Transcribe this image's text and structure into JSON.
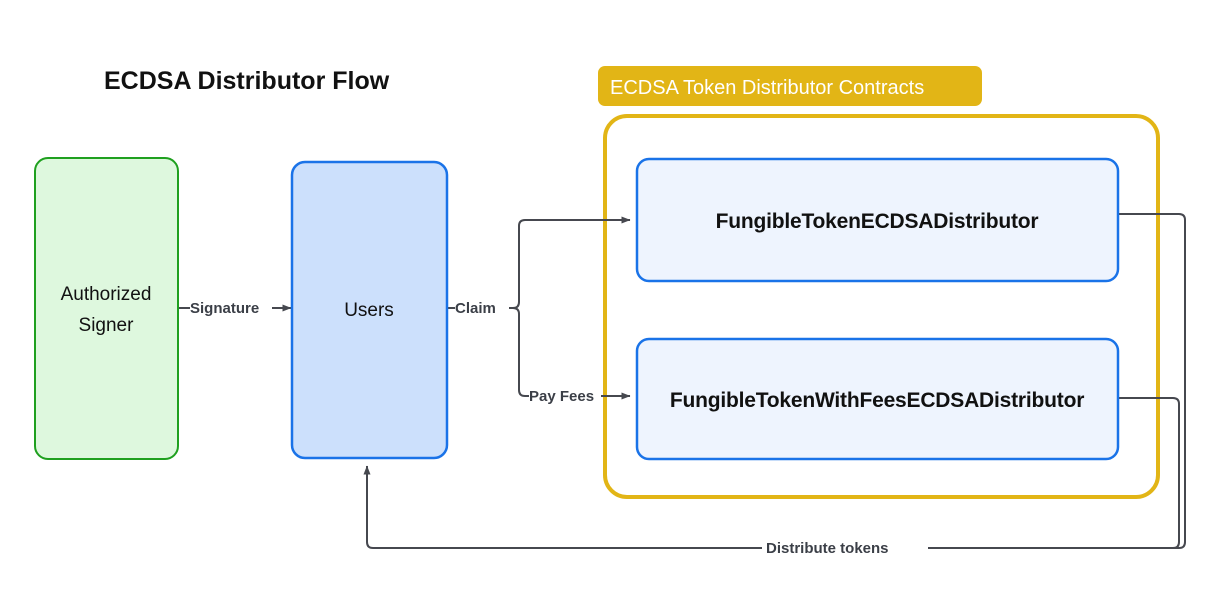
{
  "diagram": {
    "title": "ECDSA Distributor Flow",
    "group": {
      "label": "ECDSA Token Distributor Contracts",
      "border_color": "#E2B516",
      "label_bg_color": "#E2B516",
      "label_text_color": "#FFFFFF"
    },
    "nodes": [
      {
        "id": "authorized-signer",
        "label_line1": "Authorized",
        "label_line2": "Signer",
        "fill": "#DEF8DE",
        "stroke": "#1FA01F",
        "bold": false
      },
      {
        "id": "users",
        "label_line1": "Users",
        "label_line2": "",
        "fill": "#CCE0FC",
        "stroke": "#1A73E8",
        "bold": false
      },
      {
        "id": "fungible-token-ecdsa-distributor",
        "label_line1": "FungibleTokenECDSADistributor",
        "label_line2": "",
        "fill": "#EEF4FE",
        "stroke": "#1A73E8",
        "bold": true
      },
      {
        "id": "fungible-token-with-fees-ecdsa-distributor",
        "label_line1": "FungibleTokenWithFeesECDSADistributor",
        "label_line2": "",
        "fill": "#EEF4FE",
        "stroke": "#1A73E8",
        "bold": true
      }
    ],
    "edges": [
      {
        "id": "signature",
        "label": "Signature",
        "from": "authorized-signer",
        "to": "users",
        "arrow": true
      },
      {
        "id": "claim",
        "label": "Claim",
        "from": "users",
        "to": "fungible-token-ecdsa-distributor",
        "arrow": true
      },
      {
        "id": "pay-fees",
        "label": "Pay Fees",
        "from": "users",
        "to": "fungible-token-with-fees-ecdsa-distributor",
        "arrow": true
      },
      {
        "id": "distribute-tokens",
        "label": "Distribute tokens",
        "from": "fungible-token-with-fees-ecdsa-distributor",
        "to": "users",
        "arrow": true
      }
    ],
    "edge_color": "#46484F",
    "background": "#FFFFFF"
  }
}
